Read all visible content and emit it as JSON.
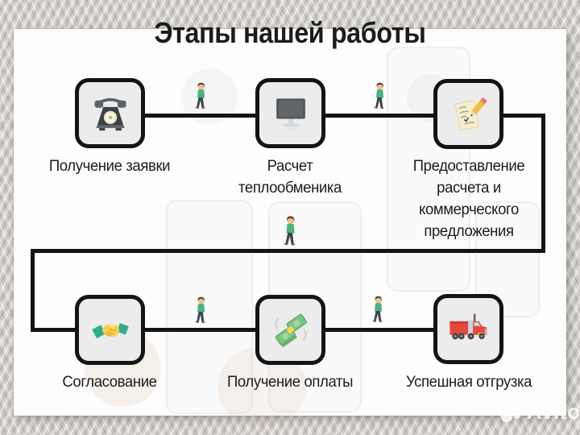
{
  "title": "Этапы нашей работы",
  "steps": [
    {
      "label": "Получение заявки",
      "icon": "rotary-phone-icon"
    },
    {
      "label": "Расчет\nтеплообменика",
      "icon": "computer-monitor-icon"
    },
    {
      "label": "Предоставление\nрасчета и\nкоммерческого\nпредложения",
      "icon": "notepad-pencil-icon"
    },
    {
      "label": "Согласование",
      "icon": "handshake-icon"
    },
    {
      "label": "Получение оплаты",
      "icon": "money-banknotes-icon"
    },
    {
      "label": "Успешная отгрузка",
      "icon": "delivery-truck-icon"
    }
  ],
  "watermark": {
    "brand": "Avito"
  },
  "colors": {
    "line": "#141414",
    "box_fill": "#ececec",
    "box_border": "#141414",
    "panel_bg": "#fdfdfd",
    "text": "#1c1c1c",
    "shirt_green": "#4db37e",
    "pants_gray": "#3d444d",
    "skin": "#eebf98",
    "hair_brown": "#5f432c",
    "phone_gray": "#5d6368",
    "phone_dark": "#3c4145",
    "dial_cream": "#f0e9c8",
    "monitor_dark": "#53585c",
    "stand_gray": "#d7d8da",
    "paper_cream": "#f7efcf",
    "pencil_yellow": "#f2bd44",
    "eraser_pink": "#ee6c7c",
    "hand_yellow": "#f6cf4b",
    "cuff_teal": "#2fae8c",
    "money_green": "#7cc684",
    "money_dark": "#57a45e",
    "band_yellow": "#f3d64e",
    "truck_red": "#e2493b"
  }
}
